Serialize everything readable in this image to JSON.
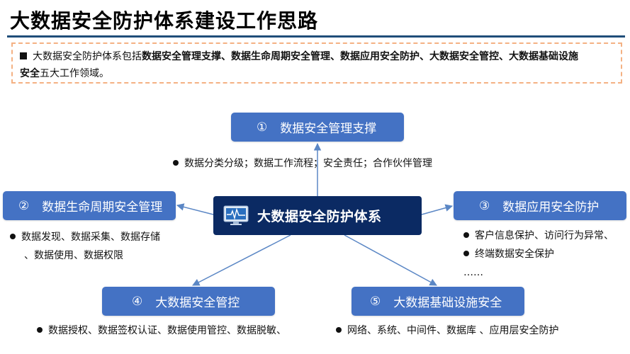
{
  "title": "大数据安全防护体系建设工作思路",
  "intro": {
    "prefix": "大数据安全防护体系包括",
    "bold1": "数据安全管理支撑、数据生命周期安全管理、数据应用安全防护、大数据安全管控、大数据基础设施",
    "bold2": "安全",
    "suffix": "五大工作领域。"
  },
  "center": {
    "label": "大数据安全防护体系"
  },
  "nodes": [
    {
      "num": "①",
      "label": "数据安全管理支撑"
    },
    {
      "num": "②",
      "label": "数据生命周期安全管理"
    },
    {
      "num": "③",
      "label": "数据应用安全防护"
    },
    {
      "num": "④",
      "label": "大数据安全管控"
    },
    {
      "num": "⑤",
      "label": "大数据基础设施安全"
    }
  ],
  "details": {
    "node1": "数据分类分级；数据工作流程；安全责任；合作伙伴管理",
    "node2_line1": "数据发现、数据采集、数据存储",
    "node2_line2": "、数据使用、数据权限",
    "node3_line1": "客户信息保护、访问行为异常、",
    "node3_line2": "终端数据安全保护",
    "node3_line3": "……",
    "node4": "数据授权、数据签权认证、数据使用管控、数据脱敏、",
    "node5": "网络、系统、中间件、数据库 、应用层安全防护"
  },
  "colors": {
    "node": "#4472c4",
    "center": "#0b2a63",
    "arrow": "#5b87c5",
    "dash_border": "#f4b183",
    "title_rule": "#1f4e79"
  },
  "icons": {
    "center_icon": "monitor-heartbeat-icon"
  }
}
